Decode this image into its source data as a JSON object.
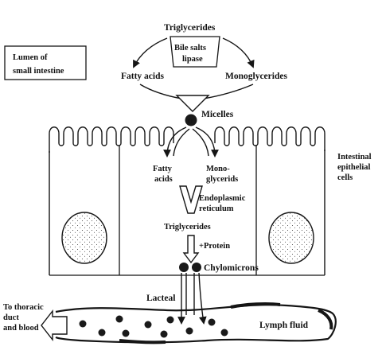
{
  "labels": {
    "triglycerides_top": "Triglycerides",
    "bile_salts": "Bile salts",
    "lipase": "lipase",
    "lumen_line1": "Lumen of",
    "lumen_line2": "small intestine",
    "fatty_acids_top": "Fatty acids",
    "monoglycerides_top": "Monoglycerides",
    "micelles": "Micelles",
    "fatty_acids_cell_1": "Fatty",
    "fatty_acids_cell_2": "acids",
    "mono_cell_1": "Mono-",
    "mono_cell_2": "glycerids",
    "er_1": "Endoplasmic",
    "er_2": "reticulum",
    "triglycerides_cell": "Triglycerides",
    "protein": "+Protein",
    "chylomicrons": "Chylomicrons",
    "epithelial_1": "Intestinal",
    "epithelial_2": "epithelial",
    "epithelial_3": "cells",
    "lacteal": "Lacteal",
    "lymph_fluid": "Lymph fluid",
    "thoracic_1": "To thoracic",
    "thoracic_2": "duct",
    "thoracic_3": "and blood"
  },
  "colors": {
    "ink": "#151515",
    "background": "#ffffff"
  }
}
